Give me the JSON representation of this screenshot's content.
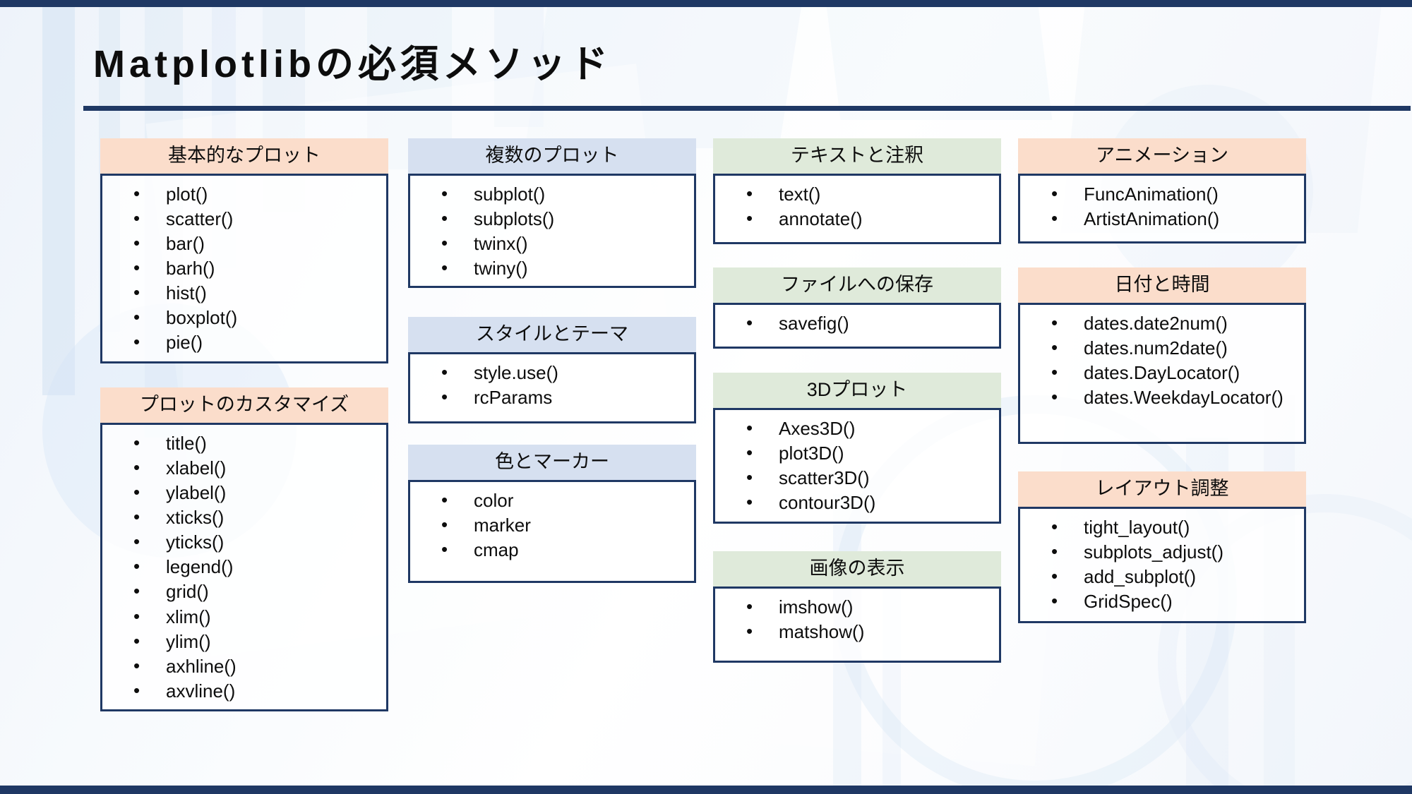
{
  "slide": {
    "title": "Matplotlibの必須メソッド",
    "accent_dark": "#1f3864",
    "header_peach": "#fbddcb",
    "header_blue": "#d6e0f0",
    "header_green": "#dfeada",
    "bullet_glyph": "•"
  },
  "columns": [
    {
      "name": "column-1",
      "cards": [
        {
          "id": "basic-plots",
          "header": "基本的なプロット",
          "header_color": "peach",
          "items": [
            "plot()",
            "scatter()",
            "bar()",
            "barh()",
            "hist()",
            "boxplot()",
            "pie()"
          ]
        },
        {
          "id": "plot-customize",
          "header": "プロットのカスタマイズ",
          "header_color": "peach",
          "items": [
            "title()",
            "xlabel()",
            "ylabel()",
            "xticks()",
            "yticks()",
            "legend()",
            "grid()",
            "xlim()",
            "ylim()",
            "axhline()",
            "axvline()"
          ]
        }
      ]
    },
    {
      "name": "column-2",
      "cards": [
        {
          "id": "multiple-plots",
          "header": "複数のプロット",
          "header_color": "blue",
          "items": [
            "subplot()",
            "subplots()",
            "twinx()",
            "twiny()"
          ]
        },
        {
          "id": "style-theme",
          "header": "スタイルとテーマ",
          "header_color": "blue",
          "items": [
            "style.use()",
            "rcParams"
          ]
        },
        {
          "id": "color-marker",
          "header": "色とマーカー",
          "header_color": "blue",
          "items": [
            "color",
            "marker",
            "cmap"
          ]
        }
      ]
    },
    {
      "name": "column-3",
      "cards": [
        {
          "id": "text-annotation",
          "header": "テキストと注釈",
          "header_color": "green",
          "items": [
            "text()",
            "annotate()"
          ]
        },
        {
          "id": "save-to-file",
          "header": "ファイルへの保存",
          "header_color": "green",
          "items": [
            "savefig()"
          ]
        },
        {
          "id": "plot-3d",
          "header": "3Dプロット",
          "header_color": "green",
          "items": [
            "Axes3D()",
            "plot3D()",
            "scatter3D()",
            "contour3D()"
          ]
        },
        {
          "id": "image-display",
          "header": "画像の表示",
          "header_color": "green",
          "items": [
            "imshow()",
            "matshow()"
          ]
        }
      ]
    },
    {
      "name": "column-4",
      "cards": [
        {
          "id": "animation",
          "header": "アニメーション",
          "header_color": "peach",
          "items": [
            "FuncAnimation()",
            "ArtistAnimation()"
          ]
        },
        {
          "id": "date-time",
          "header": "日付と時間",
          "header_color": "peach",
          "items": [
            "dates.date2num()",
            "dates.num2date()",
            "dates.DayLocator()",
            "dates.WeekdayLocator()"
          ]
        },
        {
          "id": "layout-adjust",
          "header": "レイアウト調整",
          "header_color": "peach",
          "items": [
            "tight_layout()",
            "subplots_adjust()",
            "add_subplot()",
            "GridSpec()"
          ]
        }
      ]
    }
  ]
}
